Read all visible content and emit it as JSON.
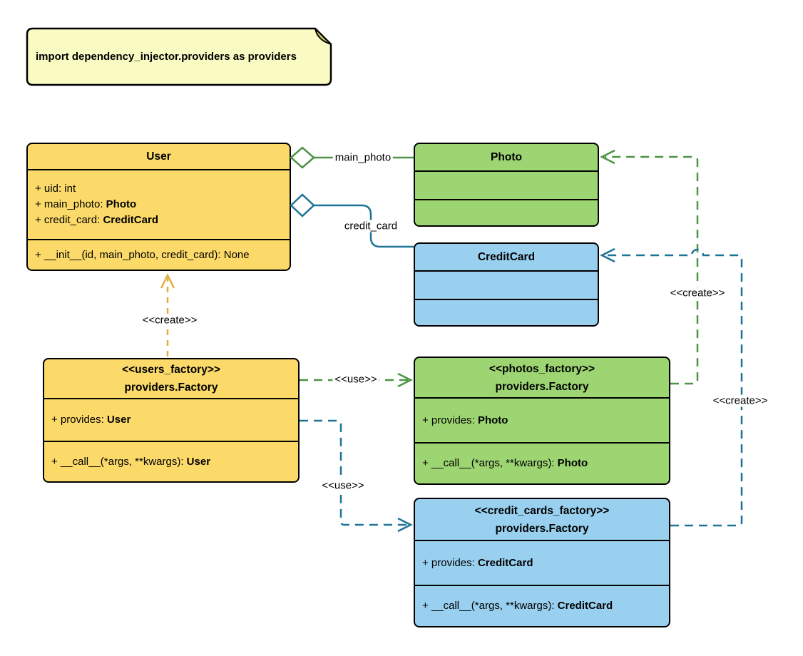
{
  "note": {
    "text": "import dependency_injector.providers as providers"
  },
  "colors": {
    "yellow_fill": "#FBDA69",
    "green_fill": "#9ED573",
    "blue_fill": "#99D0F0",
    "note_fill": "#FAFAC3",
    "note_fold": "#CBCB66",
    "yellow_line": "#E3AC3C",
    "green_line": "#4E9345",
    "blue_line": "#1F7396"
  },
  "classes": {
    "user": {
      "name": "User",
      "color": "yellow",
      "attributes": [
        {
          "text": "+ uid: int"
        },
        {
          "text": "+ main_photo: ",
          "bold": "Photo"
        },
        {
          "text": "+ credit_card: ",
          "bold": "CreditCard"
        }
      ],
      "methods": [
        {
          "text": "+ __init__(id, main_photo, credit_card): None"
        }
      ]
    },
    "photo": {
      "name": "Photo",
      "color": "green",
      "attributes": [],
      "methods": []
    },
    "credit_card": {
      "name": "CreditCard",
      "color": "blue",
      "attributes": [],
      "methods": []
    },
    "users_factory": {
      "stereotype": "<<users_factory>>",
      "name": "providers.Factory",
      "color": "yellow",
      "attributes": [
        {
          "text": "+ provides: ",
          "bold": "User"
        }
      ],
      "methods": [
        {
          "text": "+ __call__(*args, **kwargs): ",
          "bold": "User"
        }
      ]
    },
    "photos_factory": {
      "stereotype": "<<photos_factory>>",
      "name": "providers.Factory",
      "color": "green",
      "attributes": [
        {
          "text": "+ provides: ",
          "bold": "Photo"
        }
      ],
      "methods": [
        {
          "text": "+ __call__(*args, **kwargs): ",
          "bold": "Photo"
        }
      ]
    },
    "credit_cards_factory": {
      "stereotype": "<<credit_cards_factory>>",
      "name": "providers.Factory",
      "color": "blue",
      "attributes": [
        {
          "text": "+ provides: ",
          "bold": "CreditCard"
        }
      ],
      "methods": [
        {
          "text": "+ __call__(*args, **kwargs): ",
          "bold": "CreditCard"
        }
      ]
    }
  },
  "edge_labels": {
    "main_photo": "main_photo",
    "credit_card": "credit_card",
    "create_user": "<<create>>",
    "use_photos": "<<use>>",
    "use_credit_cards": "<<use>>",
    "create_photos": "<<create>>",
    "create_credit_cards": "<<create>>"
  }
}
